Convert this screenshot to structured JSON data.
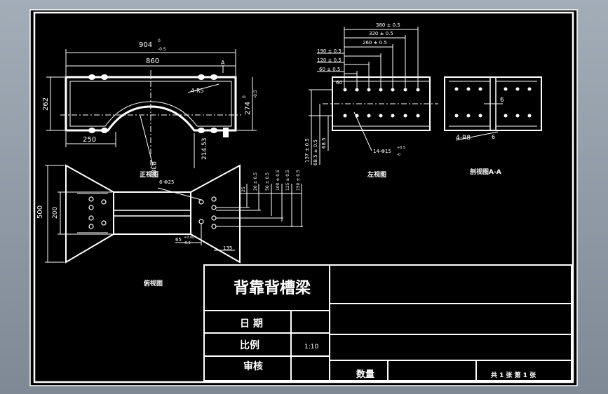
{
  "title_block": {
    "part_name": "背靠背槽梁",
    "date_label": "日 期",
    "scale_label": "比例",
    "scale_value": "1:10",
    "review_label": "审核",
    "quantity_label": "数量",
    "sheet_info": "共 1 张 第 1 张"
  },
  "views": {
    "front_label": "正视图",
    "left_label": "左视图",
    "section_label": "剖视图A-A",
    "top_label": "俯视图"
  },
  "front_view": {
    "overall_width": "904",
    "overall_tol_upper": "0",
    "overall_tol_lower": "-0.5",
    "inner_width": "860",
    "section_marker": "A",
    "height_left": "262",
    "height_right": "274",
    "height_tol_upper": "0",
    "height_tol_lower": "-0.5",
    "hole_callout": "4-R5",
    "offset_left": "250",
    "arc_radius": "R300",
    "arc_height": "214.53"
  },
  "left_view": {
    "dims_top": [
      "380 ± 0.5",
      "320 ± 0.5",
      "260 ± 0.5",
      "190 ± 0.5",
      "120 ± 0.5",
      "60 ± 0.5"
    ],
    "first_hole": "60",
    "vertical_dims": [
      "137 ± 0.5",
      "68.5 ± 0.5",
      "68.5"
    ],
    "hole_callout": "14-Φ15",
    "hole_tol_upper": "+0.5",
    "hole_tol_lower": "-0"
  },
  "section_view": {
    "gap": "6",
    "fillet": "4-R8",
    "thickness": "6"
  },
  "top_view": {
    "height_outer": "500",
    "height_inner": "200",
    "hole_callout": "6-Φ25",
    "right_dims": [
      "25",
      "20 ± 0.5",
      "50 ± 0.5",
      "100 ± 0.5",
      "125 ± 0.5",
      "150 ± 0.5"
    ],
    "dim_65": "65",
    "dim_65_tol_upper": "+0.00",
    "dim_65_tol_lower": "-0.1",
    "dim_135": "135"
  },
  "colors": {
    "drawing_bg": "#000000",
    "line": "#ffffff",
    "frame_outer": "#ffffff"
  }
}
